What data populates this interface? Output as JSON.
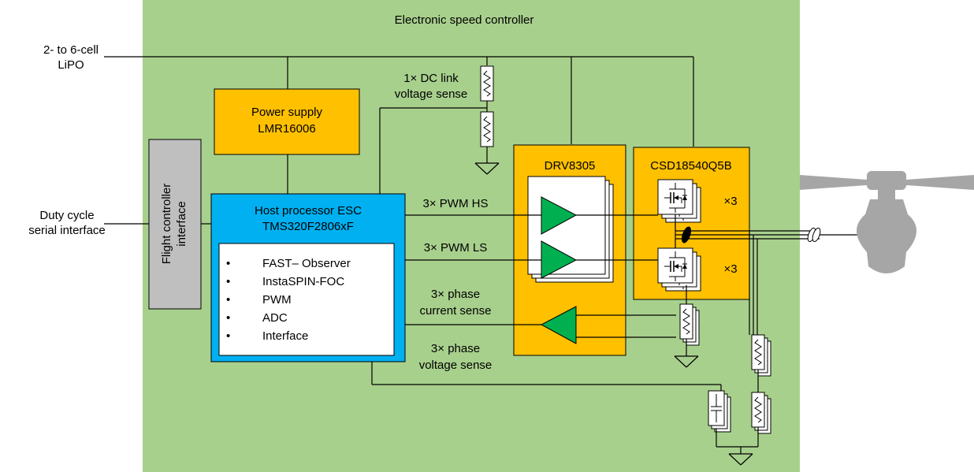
{
  "diagram": {
    "title": "Electronic speed controller",
    "battery_label": [
      "2- to 6-cell",
      "LiPO"
    ],
    "duty_label": [
      "Duty cycle",
      "serial interface"
    ],
    "flight_iface_label": [
      "Flight controller",
      "interface"
    ],
    "power_supply": [
      "Power supply",
      "LMR16006"
    ],
    "host": {
      "title": [
        "Host processor ESC",
        "TMS320F2806xF"
      ],
      "bullets": [
        "FAST– Observer",
        "InstaSPIN-FOC",
        "PWM",
        "ADC",
        "Interface"
      ]
    },
    "drv_label": "DRV8305",
    "fet_label": "CSD18540Q5B",
    "fet_multiplier_hs": "×3",
    "fet_multiplier_ls": "×3",
    "dc_link_label": [
      "1× DC link",
      "voltage sense"
    ],
    "pwm_hs_label": "3× PWM HS",
    "pwm_ls_label": "3× PWM LS",
    "phase_current_label": [
      "3× phase",
      "current sense"
    ],
    "phase_voltage_label": [
      "3× phase",
      "voltage sense"
    ],
    "colors": {
      "board": "#a8d08d",
      "supply": "#ffc000",
      "host": "#00b0f0",
      "iface": "#bfbfbf",
      "amp": "#00b050",
      "motor": "#a6a6a6"
    }
  }
}
